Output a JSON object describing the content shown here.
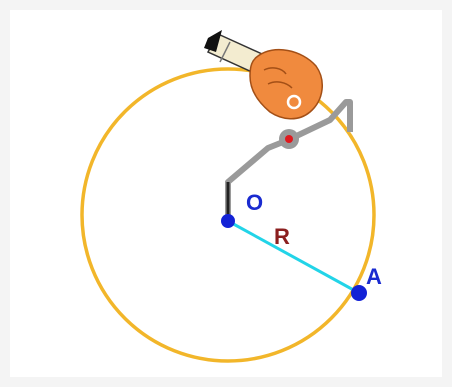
{
  "diagram": {
    "labels": {
      "center": "O",
      "radius": "R",
      "point": "A"
    },
    "colors": {
      "circle": "#f2b62a",
      "radius_segment": "#22d4e8",
      "points": "#1322d6",
      "center_label": "#1a2bd0",
      "radius_label": "#8b1f1f",
      "point_label": "#1a2bd0",
      "compass_arm": "#9a9a9a",
      "pivot_dot": "#e0191e",
      "hand_skin": "#f08a3e",
      "pencil_body": "#f3ecd0",
      "pencil_cap": "#111111"
    },
    "icons": [
      "compass-icon",
      "hand-icon",
      "pencil-icon"
    ]
  }
}
